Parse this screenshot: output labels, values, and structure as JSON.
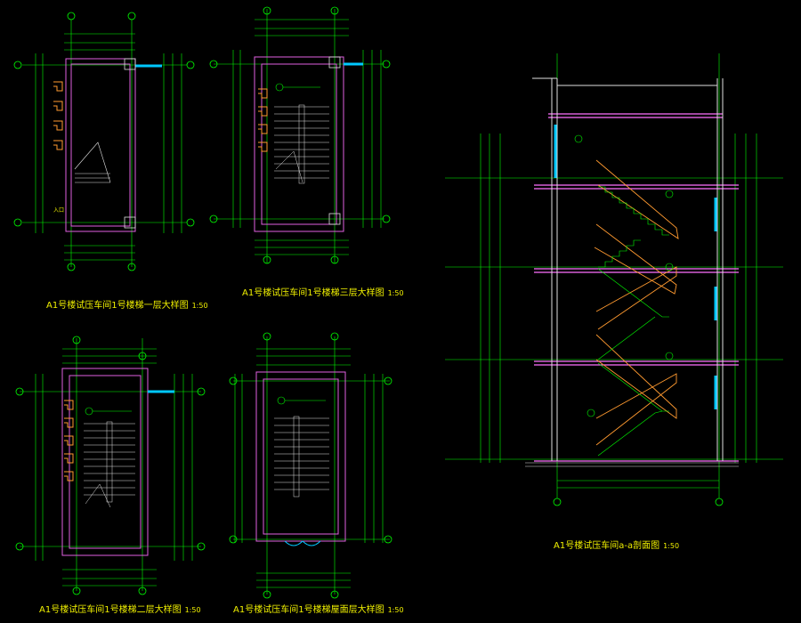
{
  "drawing": {
    "background": "#000000",
    "colors": {
      "axis": "#00ff00",
      "wall": "#e060e0",
      "stair": "#e0e0e0",
      "window": "#00c8ff",
      "dim": "#00ff00",
      "slab": "#ff70ff",
      "title": "#f0f000",
      "text": "#e8e800",
      "step_hatch": "#ff9a30"
    },
    "views": [
      {
        "id": "plan-1",
        "title": "A1号楼试压车间1号楼梯一层大样图",
        "scale": "1:50"
      },
      {
        "id": "plan-3",
        "title": "A1号楼试压车间1号楼梯三层大样图",
        "scale": "1:50"
      },
      {
        "id": "plan-2",
        "title": "A1号楼试压车间1号楼梯二层大样图",
        "scale": "1:50"
      },
      {
        "id": "plan-roof",
        "title": "A1号楼试压车间1号楼梯屋面层大样图",
        "scale": "1:50"
      },
      {
        "id": "section-aa",
        "title": "A1号楼试压车间a-a剖面图",
        "scale": "1:50"
      }
    ]
  }
}
